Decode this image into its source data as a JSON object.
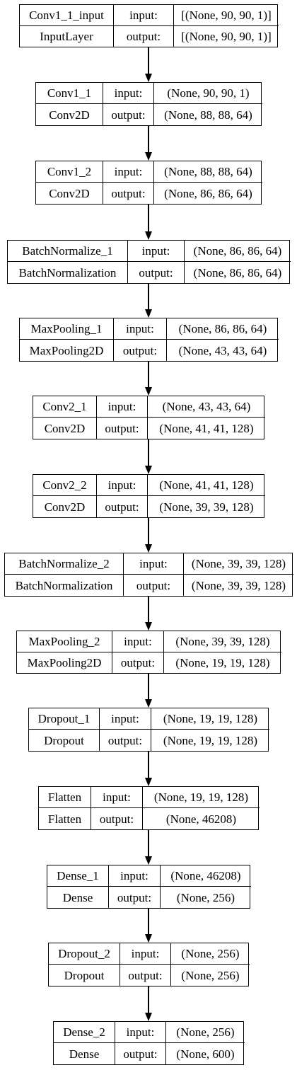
{
  "layers": [
    {
      "name": "Conv1_1_input",
      "type": "InputLayer",
      "input_label": "input:",
      "output_label": "output:",
      "input_shape": "[(None, 90, 90, 1)]",
      "output_shape": "[(None, 90, 90, 1)]"
    },
    {
      "name": "Conv1_1",
      "type": "Conv2D",
      "input_label": "input:",
      "output_label": "output:",
      "input_shape": "(None, 90, 90, 1)",
      "output_shape": "(None, 88, 88, 64)"
    },
    {
      "name": "Conv1_2",
      "type": "Conv2D",
      "input_label": "input:",
      "output_label": "output:",
      "input_shape": "(None, 88, 88, 64)",
      "output_shape": "(None, 86, 86, 64)"
    },
    {
      "name": "BatchNormalize_1",
      "type": "BatchNormalization",
      "input_label": "input:",
      "output_label": "output:",
      "input_shape": "(None, 86, 86, 64)",
      "output_shape": "(None, 86, 86, 64)"
    },
    {
      "name": "MaxPooling_1",
      "type": "MaxPooling2D",
      "input_label": "input:",
      "output_label": "output:",
      "input_shape": "(None, 86, 86, 64)",
      "output_shape": "(None, 43, 43, 64)"
    },
    {
      "name": "Conv2_1",
      "type": "Conv2D",
      "input_label": "input:",
      "output_label": "output:",
      "input_shape": "(None, 43, 43, 64)",
      "output_shape": "(None, 41, 41, 128)"
    },
    {
      "name": "Conv2_2",
      "type": "Conv2D",
      "input_label": "input:",
      "output_label": "output:",
      "input_shape": "(None, 41, 41, 128)",
      "output_shape": "(None, 39, 39, 128)"
    },
    {
      "name": "BatchNormalize_2",
      "type": "BatchNormalization",
      "input_label": "input:",
      "output_label": "output:",
      "input_shape": "(None, 39, 39, 128)",
      "output_shape": "(None, 39, 39, 128)"
    },
    {
      "name": "MaxPooling_2",
      "type": "MaxPooling2D",
      "input_label": "input:",
      "output_label": "output:",
      "input_shape": "(None, 39, 39, 128)",
      "output_shape": "(None, 19, 19, 128)"
    },
    {
      "name": "Dropout_1",
      "type": "Dropout",
      "input_label": "input:",
      "output_label": "output:",
      "input_shape": "(None, 19, 19, 128)",
      "output_shape": "(None, 19, 19, 128)"
    },
    {
      "name": "Flatten",
      "type": "Flatten",
      "input_label": "input:",
      "output_label": "output:",
      "input_shape": "(None, 19, 19, 128)",
      "output_shape": "(None, 46208)"
    },
    {
      "name": "Dense_1",
      "type": "Dense",
      "input_label": "input:",
      "output_label": "output:",
      "input_shape": "(None, 46208)",
      "output_shape": "(None, 256)"
    },
    {
      "name": "Dropout_2",
      "type": "Dropout",
      "input_label": "input:",
      "output_label": "output:",
      "input_shape": "(None, 256)",
      "output_shape": "(None, 256)"
    },
    {
      "name": "Dense_2",
      "type": "Dense",
      "input_label": "input:",
      "output_label": "output:",
      "input_shape": "(None, 256)",
      "output_shape": "(None, 600)"
    }
  ],
  "colors": {
    "stroke": "#000000",
    "background": "#ffffff"
  }
}
